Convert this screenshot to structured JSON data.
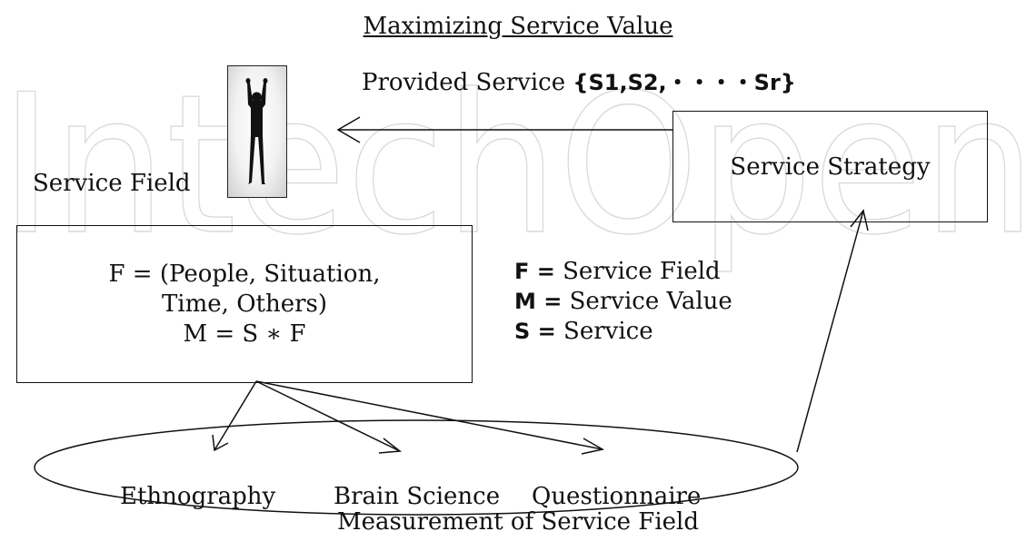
{
  "diagram": {
    "title": "Maximizing Service Value",
    "provided_service_prefix": "Provided Service",
    "provided_service_set": "{S1,S2,・・・・Sr}",
    "service_field_label": "Service Field",
    "service_strategy": "Service Strategy",
    "formula_lines": [
      "F = (People, Situation,",
      "Time, Others)",
      "M = S ∗ F"
    ],
    "legend": [
      {
        "symbol": "F =",
        "text": "Service Field"
      },
      {
        "symbol": "M =",
        "text": "Service Value"
      },
      {
        "symbol": "S =",
        "text": "Service"
      }
    ],
    "methods": [
      "Ethnography",
      "Brain Science",
      "Questionnaire"
    ],
    "caption": "Measurement of Service Field",
    "watermark": "IntechOpen"
  },
  "icons": {
    "person": "person-arms-raised-icon"
  }
}
